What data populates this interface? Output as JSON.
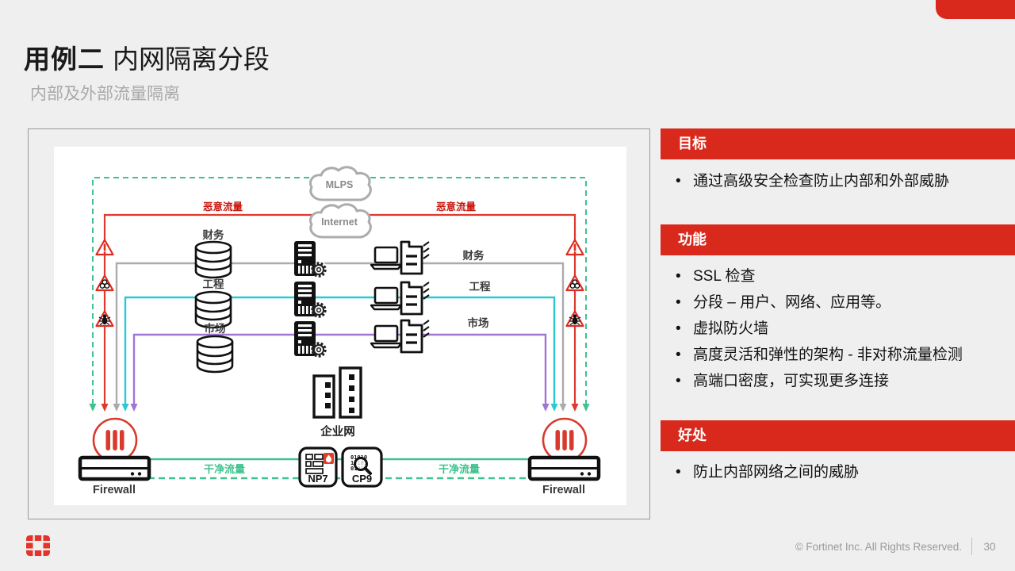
{
  "slide": {
    "title_bold": "用例二",
    "title_rest": "内网隔离分段",
    "subtitle": "内部及外部流量隔离",
    "copyright": "© Fortinet Inc. All Rights Reserved.",
    "page_number": "30"
  },
  "colors": {
    "accent_red": "#D9291C",
    "malicious_red": "#DF392E",
    "clean_green": "#3EC28F",
    "finance_gray": "#ABABAB",
    "engineering_cyan": "#2BC9D2",
    "marketing_purple": "#9F75D6"
  },
  "diagram": {
    "clouds": [
      {
        "label": "MLPS"
      },
      {
        "label": "Internet"
      }
    ],
    "malicious_left": "恶意流量",
    "malicious_right": "恶意流量",
    "clean_left": "干净流量",
    "clean_right": "干净流量",
    "departments": [
      {
        "label": "财务",
        "color": "#ABABAB"
      },
      {
        "label": "工程",
        "color": "#2BC9D2"
      },
      {
        "label": "市场",
        "color": "#9F75D6"
      }
    ],
    "enterprise_label": "企业网",
    "chips": [
      {
        "label": "NP7"
      },
      {
        "label": "CP9"
      }
    ],
    "firewall_left": "Firewall",
    "firewall_right": "Firewall"
  },
  "panel": {
    "sections": [
      {
        "heading": "目标",
        "bullets": [
          "通过高级安全检查防止内部和外部威胁"
        ]
      },
      {
        "heading": "功能",
        "bullets": [
          "SSL 检查",
          "分段 – 用户、网络、应用等。",
          "虚拟防火墙",
          "高度灵活和弹性的架构 - 非对称流量检测",
          "高端口密度，可实现更多连接"
        ]
      },
      {
        "heading": "好处",
        "bullets": [
          "防止内部网络之间的威胁"
        ]
      }
    ]
  }
}
